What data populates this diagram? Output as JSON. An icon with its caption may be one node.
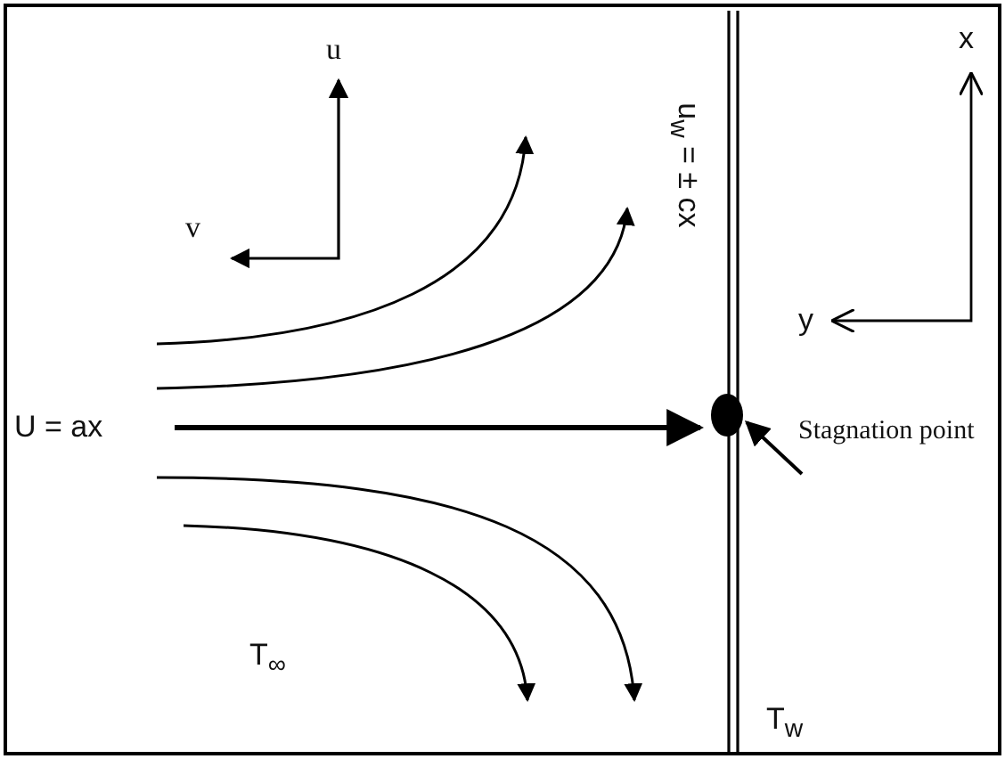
{
  "diagram": {
    "nodes": [
      {
        "text": [
          "Stagnation point"
        ]
      },
      {
        "text": [],
        "shape": "circle"
      }
    ],
    "edges": [
      {
        "from": 0,
        "to": 1,
        "arrow": "to"
      }
    ],
    "labels": [
      "u",
      "v",
      "x",
      "u$_{w}$ = ± cx",
      "y",
      "U = ax",
      "T$_{∞}$",
      "T$_{w}$"
    ]
  }
}
